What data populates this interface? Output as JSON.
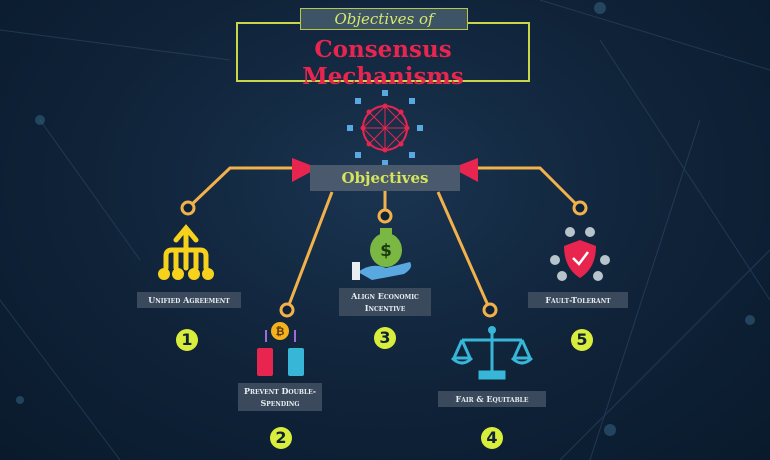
{
  "header": {
    "title_top": "Objectives of",
    "title_main": "Consensus Mechanisms"
  },
  "center_label": "Objectives",
  "objectives": [
    {
      "number": "1",
      "label": "Unified Agreement",
      "icon": "hierarchy-arrow-icon"
    },
    {
      "number": "2",
      "label": "Prevent Double-Spending",
      "icon": "bitcoin-transfer-icon"
    },
    {
      "number": "3",
      "label": "Align Economic Incentive",
      "icon": "money-bag-hand-icon"
    },
    {
      "number": "4",
      "label": "Fair & Equitable",
      "icon": "balance-scale-icon"
    },
    {
      "number": "5",
      "label": "Fault-Tolerant",
      "icon": "shield-people-icon"
    }
  ],
  "colors": {
    "background": "#0f2238",
    "accent_yellow": "#d9ee3c",
    "line_orange": "#f2b14a",
    "title_red": "#e8254e",
    "ribbon_red": "#e8254e"
  }
}
